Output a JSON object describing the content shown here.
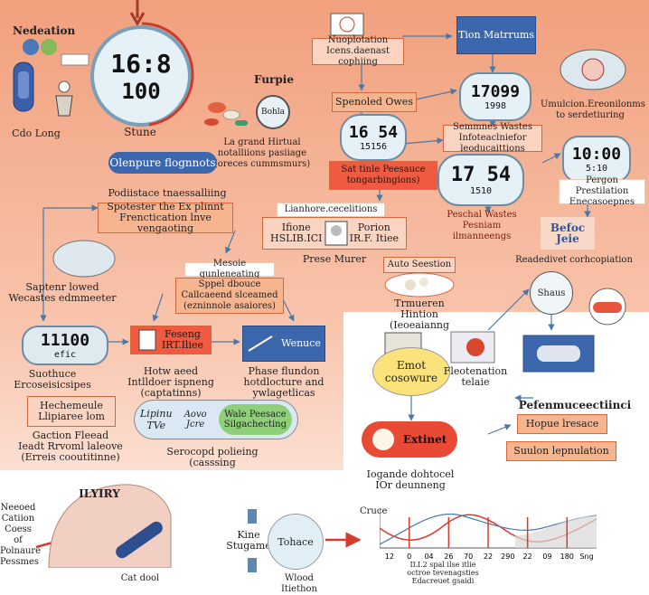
{
  "top_left": {
    "title": "Nedeation",
    "device_label": "Cdo Long",
    "big_monitor": {
      "line1": "16:8",
      "line2": "100"
    },
    "monitor_label": "Stune"
  },
  "furpie": {
    "title": "Furpie",
    "circle": "Bohla",
    "caption": "La grand Hirtual\nnotalliions pasiiage\n(oreces cummsmurs)"
  },
  "olenpure": {
    "pill": "Olenpure flognnots",
    "heading": "Podiistace tnaessalliing",
    "box": "Spotester the Ex plinnt\nFrenctication lnve vengaoting"
  },
  "nupolotion": {
    "text": "Nuoplotation\nIcens.daenast cophiing"
  },
  "tion_matrums": {
    "text": "Tion Matrrums"
  },
  "spenoled": {
    "text": "Spenoled Owes"
  },
  "lcd_1799": {
    "line1": "17099",
    "line2": "1998"
  },
  "umulcion": {
    "text": "Umulcion.Ereonilonms\nto serdetiuring"
  },
  "lcd_1654": {
    "line1": "16 54",
    "line2": "15156"
  },
  "semmnes": {
    "text": "Semmnes Wastes\nInfoteaclniefor leoducaittions"
  },
  "lcd_1000": {
    "line1": "10:00",
    "line2": "5:10"
  },
  "sat_tile": {
    "text": "Sat tinle Peesauce\ntongarbingions)"
  },
  "lcd_1754": {
    "line1": "17 54",
    "line2": "1510"
  },
  "pergon": {
    "text": "Pergon Prestilation\nEnecasoepnes"
  },
  "peschal": {
    "text": "Peschal Wastes\nPesniam ilmanneengs"
  },
  "befoc": {
    "text": "Befoc\nJeie",
    "caption": "Readedivet corhcopiation"
  },
  "lianhore": {
    "header": "Lianhore.cecelitions",
    "left": "Ifione\nHSLIB.ICI",
    "right": "Porion\nIR.F. Itiee",
    "caption": "Prese Murer"
  },
  "auto_section": {
    "title": "Auto Seestion",
    "caption": "Trmueren Hintion\n(Ieoeaianng"
  },
  "shaus": {
    "text": "Shaus"
  },
  "left_device": {
    "caption": "Saptenr lowed\nWecastes edmmeeter"
  },
  "mesoie": {
    "header": "Mesoie gunleneating",
    "box": "Sppel dbouce\nCallcaeend slceamed\n(ezninnole asaiores)"
  },
  "device_1100": {
    "line1": "11100",
    "line2": "efic",
    "caption": "Suothuce\nErcoseisicsipes"
  },
  "feseng": {
    "text": "Feseng\nIRT.Iliee",
    "caption": "Hotw aeed\nIntlldoer ispneng\n(captatinns)"
  },
  "wenuce": {
    "text": "Wenuce",
    "caption": "Phase flundon\nhotdlocture and\nywlagetlicas"
  },
  "emot": {
    "text": "Emot cosowure"
  },
  "fleotenation": {
    "text": "Fleotenation\ntelaie"
  },
  "pefnernec": {
    "header": "Pefenmuceectiinci",
    "box1": "Hopue lresace",
    "box2": "Suulon lepnulation"
  },
  "hechemele": {
    "text": "Hechemeule\nLlipiaree lom",
    "caption": "Gaction Fleead\nIeadt Rrvoml laleove\n(Erreis cooutitinne)"
  },
  "lipinu": {
    "text": "Lipinu\nTVe",
    "mid": "Aovo\nJcre",
    "right": "Wale Peesace\nSilgachecting",
    "caption": "Serocopd polieing\n(casssing"
  },
  "exitmet": {
    "text": "Extinet",
    "caption": "Iogande dohtocel\nIOr deunneng"
  },
  "injury": {
    "title": "ILYIRY",
    "left_text": "Neeoed\nCatiion\nCoess of\nPolnaure\nPessmes",
    "caption": "Cat dool"
  },
  "kine": {
    "text": "Kine\nStugame",
    "circle": "Tohace",
    "caption": "Wlood Itiethon"
  },
  "chart": {
    "title": "Cruce",
    "x_ticks": [
      "12",
      "0",
      "04",
      "26",
      "70",
      "22",
      "290",
      "22",
      "09",
      "180",
      "Sng"
    ],
    "note": "ILI.2 spal ilse itlie\noctroe tevenagsties\nEdacreuet gsaidi"
  },
  "colors": {
    "bg_top": "#f1a07d",
    "bg_bottom": "#fbe0d2",
    "accent_red": "#d73b2c",
    "accent_blue": "#3d67ac",
    "box_peach": "#f6b48f"
  }
}
